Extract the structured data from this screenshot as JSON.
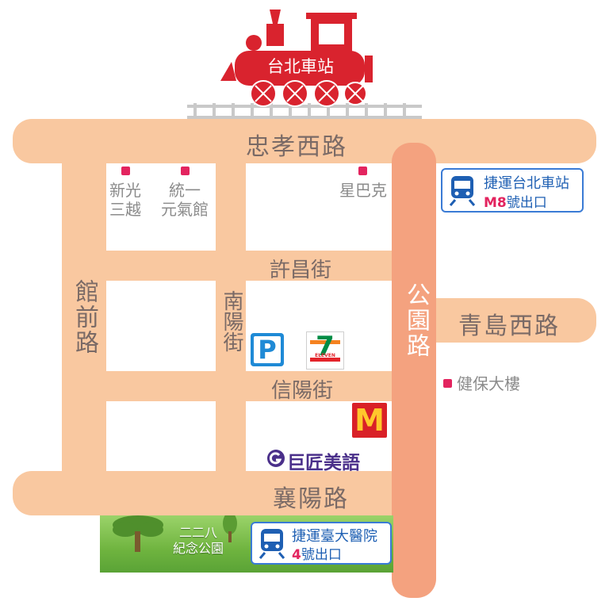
{
  "station": {
    "label": "台北車站"
  },
  "roads": {
    "top": "忠孝西路",
    "bottom": "襄陽路",
    "right_vertical": "公園路",
    "right_branch": "青島西路",
    "left_vertical": "館前路",
    "inner_vertical": "南陽街",
    "upper_street": "許昌街",
    "lower_street": "信陽街"
  },
  "pois": {
    "shinkong_line1": "新光",
    "shinkong_line2": "三越",
    "tongyi_line1": "統一",
    "tongyi_line2": "元氣館",
    "starbucks": "星巴克",
    "health_insurance": "健保大樓",
    "school": "巨匠美語"
  },
  "mrt": {
    "north": {
      "name": "捷運台北車站",
      "exit_code": "M8",
      "exit_suffix": "號出口"
    },
    "south": {
      "name": "捷運臺大醫院",
      "exit_code": "4",
      "exit_suffix": "號出口"
    }
  },
  "park": {
    "line1": "二二八",
    "line2": "紀念公園"
  },
  "icons": {
    "parking": "P",
    "seven_eleven": "7",
    "seven_eleven_text": "ELEVEN",
    "mcdonalds": "M"
  },
  "colors": {
    "road": "#f9c8a0",
    "main_road": "#f4a27f",
    "train": "#d9232e",
    "poi_marker": "#e3245f",
    "mrt_blue": "#1e5fb3"
  }
}
